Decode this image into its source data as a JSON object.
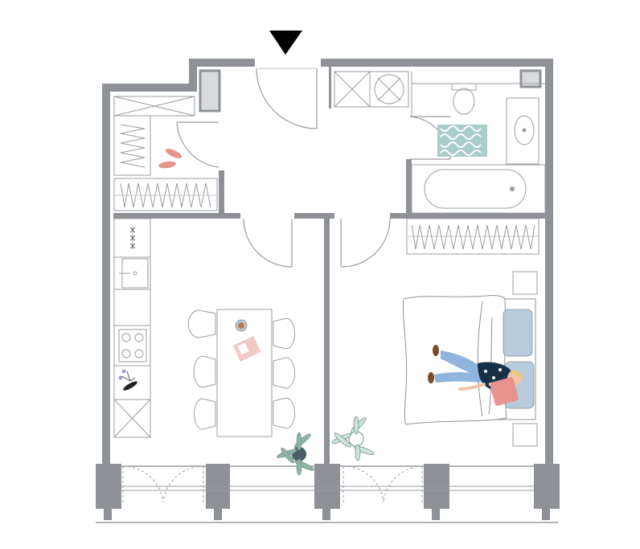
{
  "colors": {
    "wall": "#8e9196",
    "wall_light": "#d9dadd",
    "line": "#9a9ca1",
    "thin": "#b9bbbf",
    "accent_pink": "#e8928e",
    "accent_blue": "#b7cbdc",
    "teal": "#a9cdc9",
    "jeans": "#8fb4de",
    "navy": "#173147",
    "background": "#ffffff"
  },
  "entrance_marker": {
    "icon": "entrance-triangle-icon"
  },
  "rooms": [
    "hallway",
    "bathroom",
    "kitchen-dining",
    "bedroom"
  ]
}
